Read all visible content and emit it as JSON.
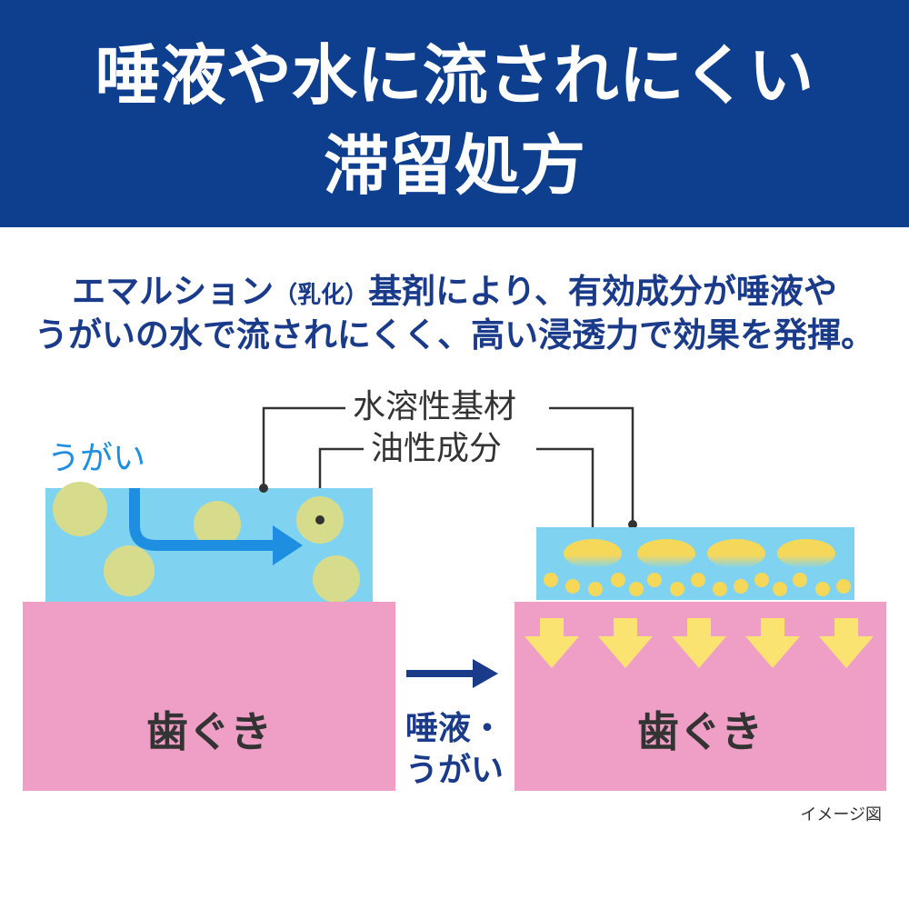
{
  "header": {
    "title_line1": "唾液や水に流されにくい",
    "title_line2": "滞留処方",
    "bg_color": "#0e3e8e"
  },
  "description": {
    "line1_a": "エマルション",
    "line1_paren": "（乳化）",
    "line1_b": "基剤により、有効成分が唾液や",
    "line2": "うがいの水で流されにくく、高い浸透力で効果を発揮。"
  },
  "diagram": {
    "label_water_soluble": "水溶性基材",
    "label_oil": "油性成分",
    "label_gargle": "うがい",
    "tooth_left": "歯ぐき",
    "tooth_right": "歯ぐき",
    "middle_line1": "唾液・",
    "middle_line2": "うがい",
    "caption": "イメージ図",
    "colors": {
      "water_layer": "#7fd3f1",
      "gum": "#ef9fc5",
      "oil_droplet_faded": "#d6dc8c",
      "oil_droplet": "#f5d85a",
      "flow_arrow": "#1e8fe0",
      "down_arrow": "#fbe372",
      "middle_arrow": "#1a3a8a"
    },
    "icons": [
      "flow-arrow-icon",
      "right-arrow-icon",
      "down-arrow-icon"
    ]
  }
}
